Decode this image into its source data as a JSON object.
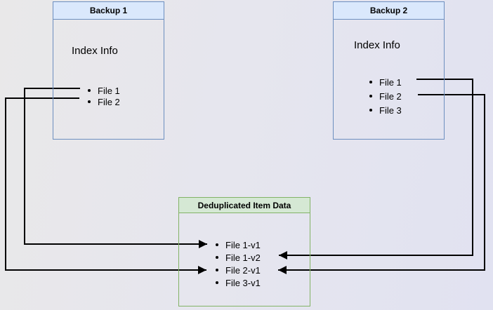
{
  "colors": {
    "blue_fill": "#dae8fc",
    "blue_stroke": "#6c8ebf",
    "green_fill": "#d5e8d4",
    "green_stroke": "#82b366",
    "arrow": "#000000"
  },
  "backup1": {
    "title": "Backup 1",
    "subtitle": "Index Info",
    "files": [
      "File 1",
      "File 2"
    ]
  },
  "backup2": {
    "title": "Backup 2",
    "subtitle": "Index Info",
    "files": [
      "File 1",
      "File 2",
      "File 3"
    ]
  },
  "dedup": {
    "title": "Deduplicated Item Data",
    "items": [
      "File 1-v1",
      "File 1-v2",
      "File 2-v1",
      "File 3-v1"
    ]
  },
  "arrows": [
    {
      "from": "Backup 1 / File 1",
      "to": "Deduplicated Item Data / File 1-v1"
    },
    {
      "from": "Backup 1 / File 2",
      "to": "Deduplicated Item Data / File 2-v1"
    },
    {
      "from": "Backup 2 / File 1",
      "to": "Deduplicated Item Data / File 1-v2"
    },
    {
      "from": "Backup 2 / File 2",
      "to": "Deduplicated Item Data / File 2-v1"
    }
  ]
}
